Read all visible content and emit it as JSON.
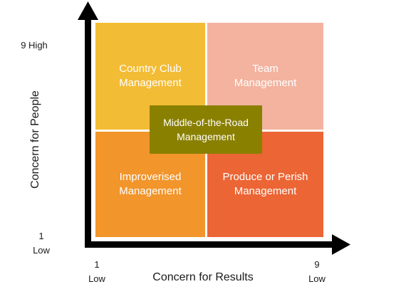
{
  "quadrants": {
    "top_left": {
      "label": "Country Club\nManagement",
      "color": "#F3BC35"
    },
    "top_right": {
      "label": "Team\nManagement",
      "color": "#F3B39F"
    },
    "bottom_left": {
      "label": "Improverised\nManagement",
      "color": "#F2952B"
    },
    "bottom_right": {
      "label": "Produce or Perish\nManagement",
      "color": "#EC6535"
    },
    "center": {
      "label": "Middle-of-the-Road\nManagement",
      "color": "#8A8000"
    }
  },
  "y_axis": {
    "title": "Concern for People",
    "top_label": "9 High",
    "bottom_label": "1\nLow"
  },
  "x_axis": {
    "title": "Concern for Results",
    "left_label": "1\nLow",
    "right_label": "9\nLow"
  },
  "colors": {
    "axis": "#000000"
  }
}
